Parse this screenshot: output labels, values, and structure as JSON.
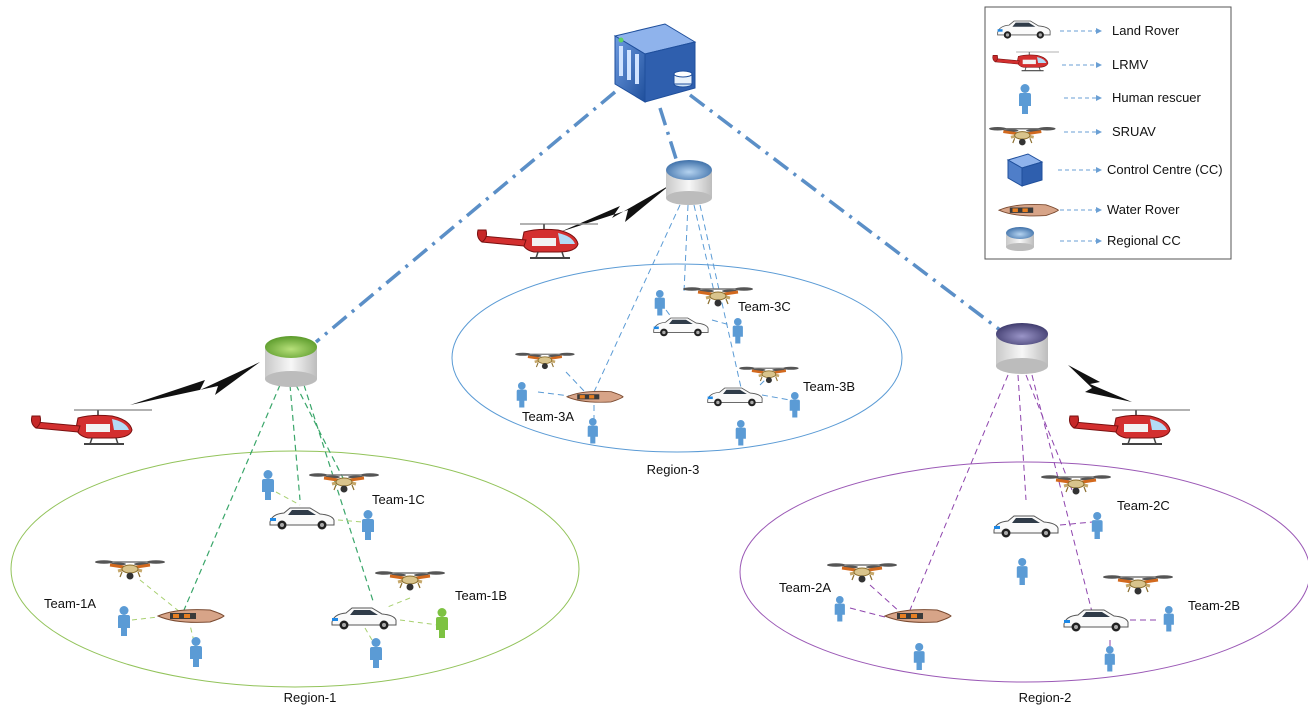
{
  "regions": [
    {
      "name": "Region-1",
      "color": "#92c35a",
      "teams": [
        "Team-1A",
        "Team-1B",
        "Team-1C"
      ]
    },
    {
      "name": "Region-2",
      "color": "#9b59b6",
      "teams": [
        "Team-2A",
        "Team-2B",
        "Team-2C"
      ]
    },
    {
      "name": "Region-3",
      "color": "#5b9bd5",
      "teams": [
        "Team-3A",
        "Team-3B",
        "Team-3C"
      ]
    }
  ],
  "legend": [
    {
      "icon": "land-rover-icon",
      "label": "Land Rover"
    },
    {
      "icon": "lrmv-helicopter-icon",
      "label": "LRMV"
    },
    {
      "icon": "human-rescuer-icon",
      "label": "Human rescuer"
    },
    {
      "icon": "sruav-drone-icon",
      "label": "SRUAV"
    },
    {
      "icon": "control-centre-icon",
      "label": "Control Centre (CC)"
    },
    {
      "icon": "water-rover-icon",
      "label": "Water Rover"
    },
    {
      "icon": "regional-cc-icon",
      "label": "Regional CC"
    }
  ],
  "colors": {
    "backbone": "#5b8fc7",
    "rescuer": "#5b9bd5",
    "rescuer_highlight": "#7dc242",
    "helicopter": "#c62828",
    "regional_cc_1": "#7dc242",
    "regional_cc_2": "#5e5a8e",
    "regional_cc_3": "#5b9bd5"
  }
}
